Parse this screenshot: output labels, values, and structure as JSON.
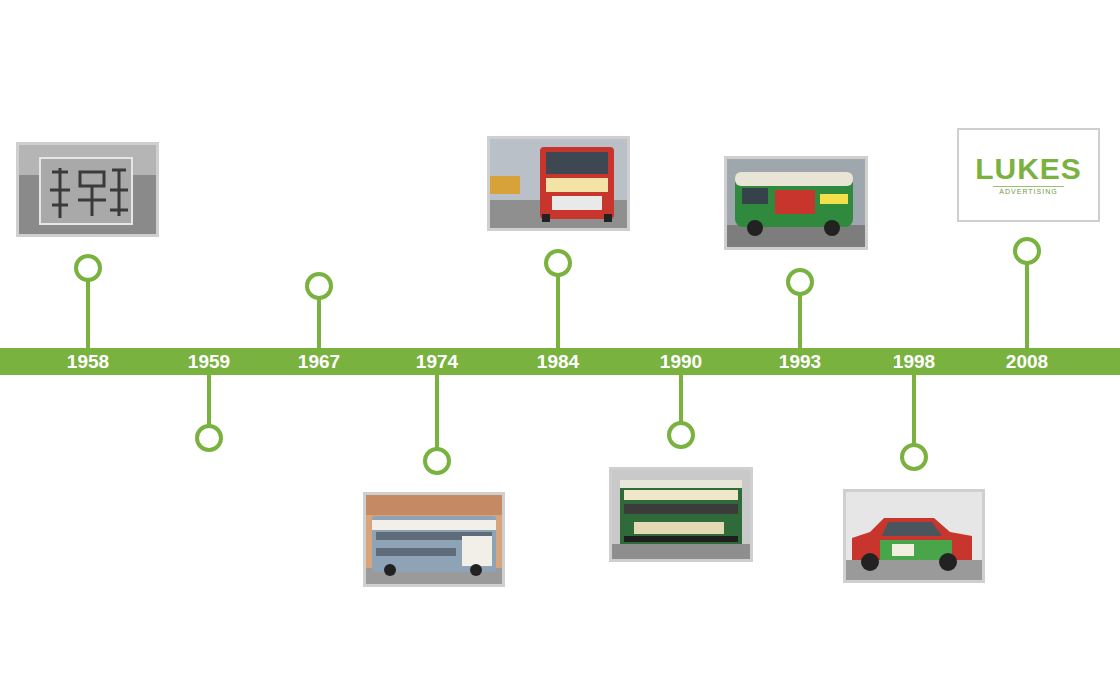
{
  "diagram": {
    "nodes": [
      {
        "text": [
          "LUKES",
          "ADVERTISING"
        ]
      }
    ],
    "labels": [
      "1958",
      "1959",
      "1967",
      "1974",
      "1984",
      "1990",
      "1993",
      "1998",
      "2008"
    ]
  }
}
